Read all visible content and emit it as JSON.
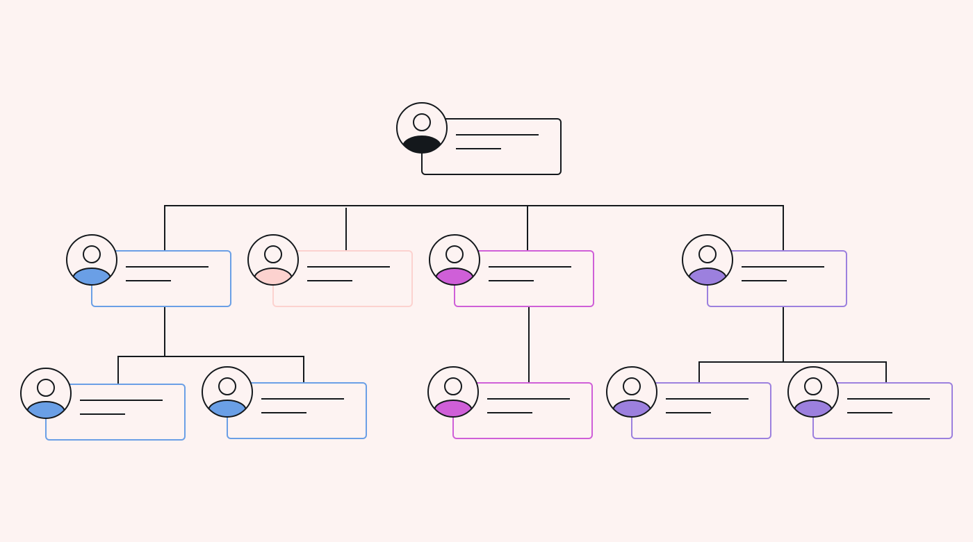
{
  "colors": {
    "background": "#fdf3f2",
    "line": "#14181c",
    "blue": "#6a9fe6",
    "peach": "#fcd2cf",
    "magenta": "#cf5fd8",
    "lavender": "#9c80de",
    "dark": "#14181c"
  },
  "org_chart": {
    "root": {
      "accent": "dark",
      "icon": "person-avatar-icon"
    },
    "level_1": [
      {
        "accent": "blue",
        "icon": "person-avatar-icon"
      },
      {
        "accent": "peach",
        "icon": "person-avatar-icon"
      },
      {
        "accent": "magenta",
        "icon": "person-avatar-icon"
      },
      {
        "accent": "lavender",
        "icon": "person-avatar-icon"
      }
    ],
    "level_2": [
      {
        "accent": "blue",
        "parent": 0,
        "icon": "person-avatar-icon"
      },
      {
        "accent": "blue",
        "parent": 0,
        "icon": "person-avatar-icon"
      },
      {
        "accent": "magenta",
        "parent": 2,
        "icon": "person-avatar-icon"
      },
      {
        "accent": "lavender",
        "parent": 3,
        "icon": "person-avatar-icon"
      },
      {
        "accent": "lavender",
        "parent": 3,
        "icon": "person-avatar-icon"
      }
    ]
  }
}
